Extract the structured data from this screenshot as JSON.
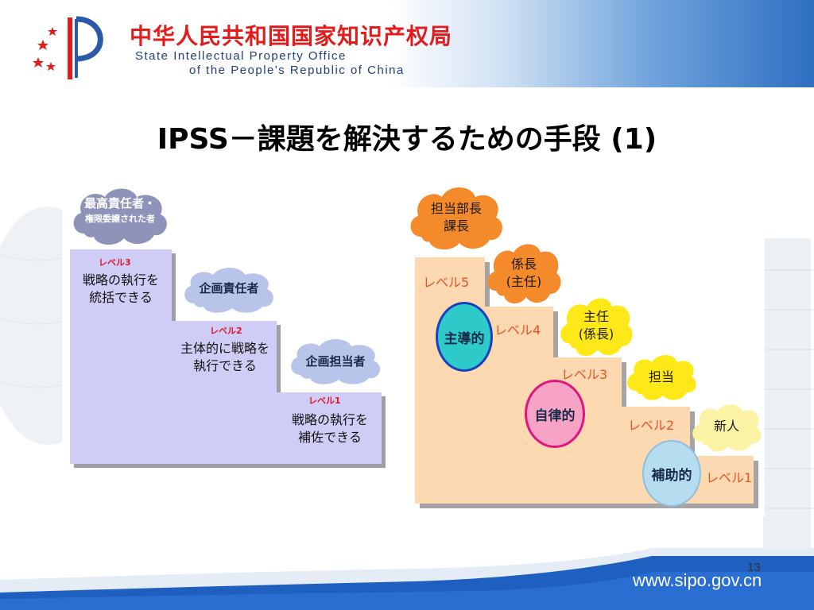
{
  "header": {
    "org_cn": "中华人民共和国国家知识产权局",
    "org_en_line1": "State Intellectual Property Office",
    "org_en_line2": "of the People's Republic of China"
  },
  "title": "IPSS－課題を解決するための手段 (1)",
  "left_diagram": {
    "steps": [
      {
        "level": "レベル3",
        "text_line1": "戦略の執行を",
        "text_line2": "統括できる",
        "role_line1": "最高責任者・",
        "role_line2": "権限委譲された者"
      },
      {
        "level": "レベル2",
        "text_line1": "主体的に戦略を",
        "text_line2": "執行できる",
        "role_line1": "企画責任者",
        "role_line2": ""
      },
      {
        "level": "レベル1",
        "text_line1": "戦略の執行を",
        "text_line2": "補佐できる",
        "role_line1": "企画担当者",
        "role_line2": ""
      }
    ]
  },
  "right_diagram": {
    "levels": [
      "レベル5",
      "レベル4",
      "レベル3",
      "レベル2",
      "レベル1"
    ],
    "roles": [
      {
        "line1": "担当部長",
        "line2": "課長"
      },
      {
        "line1": "係長",
        "line2": "(主任)"
      },
      {
        "line1": "主任",
        "line2": "(係長)"
      },
      {
        "line1": "担当",
        "line2": ""
      },
      {
        "line1": "新人",
        "line2": ""
      }
    ],
    "circles": [
      "主導的",
      "自律的",
      "補助的"
    ]
  },
  "colors": {
    "left_stair": "#cfcdf6",
    "right_stair": "#fcd9b0",
    "cloud_left": "#b9c4ea",
    "cloud_top_left": "#8f93ba",
    "cloud_orange": "#f58a2a",
    "cloud_yellow": "#ffe817",
    "circle_teal": "#2ec9c9",
    "circle_pink": "#f7a3c6",
    "circle_blue": "#b5dcef"
  },
  "footer": {
    "page_number": "13",
    "url": "www.sipo.gov.cn"
  }
}
